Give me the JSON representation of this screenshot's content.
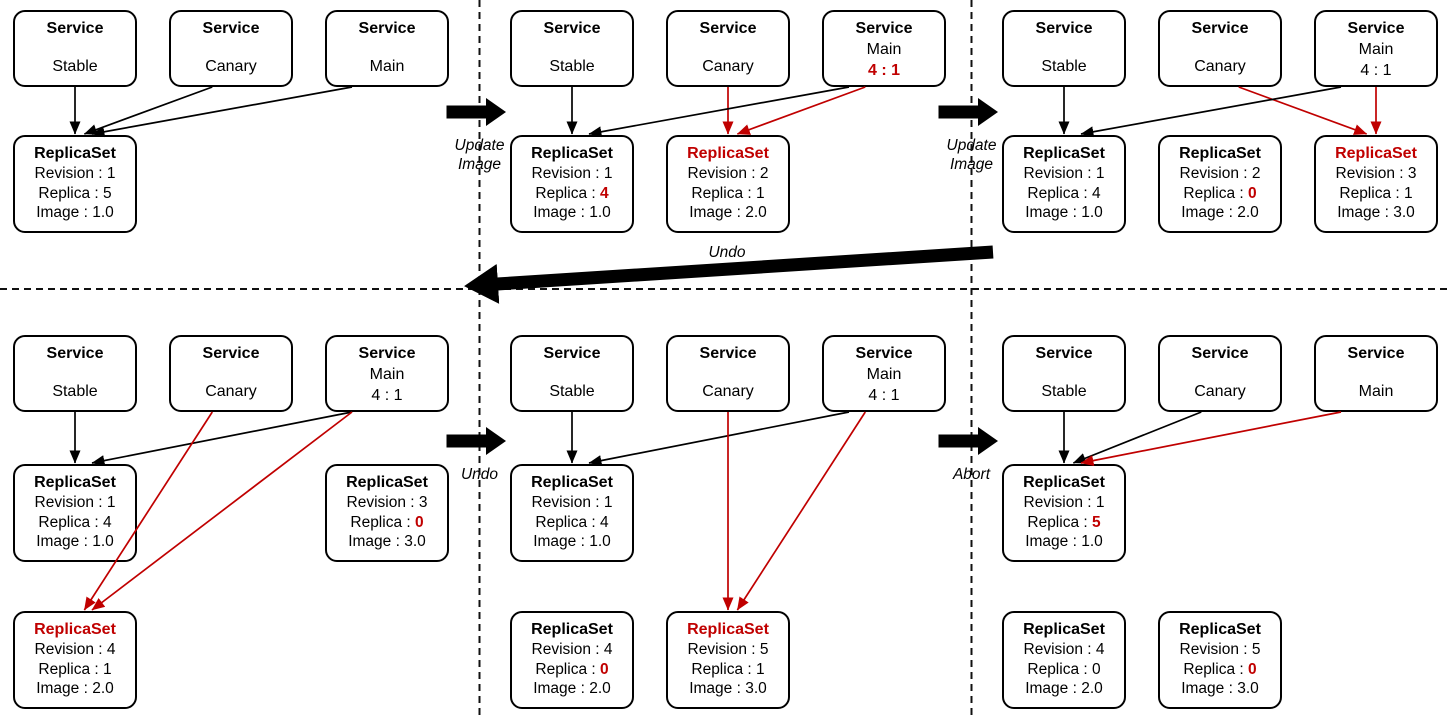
{
  "colors": {
    "red": "#c00000",
    "black": "#000000"
  },
  "big_undo_label": "Undo",
  "transitions": [
    {
      "row": 0,
      "divider": 0,
      "lines": [
        "Update",
        "Image"
      ]
    },
    {
      "row": 0,
      "divider": 1,
      "lines": [
        "Update",
        "Image"
      ]
    },
    {
      "row": 1,
      "divider": 0,
      "lines": [
        "Undo"
      ]
    },
    {
      "row": 1,
      "divider": 1,
      "lines": [
        "Abort"
      ]
    }
  ],
  "panels": [
    {
      "services": [
        {
          "title": "Service",
          "lines": [
            {
              "text": "Stable",
              "red": false
            }
          ]
        },
        {
          "title": "Service",
          "lines": [
            {
              "text": "Canary",
              "red": false
            }
          ]
        },
        {
          "title": "Service",
          "lines": [
            {
              "text": "Main",
              "red": false
            }
          ]
        }
      ],
      "replicasets": [
        {
          "row": 0,
          "col": 0,
          "title": "ReplicaSet",
          "title_red": false,
          "fields": [
            {
              "prefix": "Revision : ",
              "value": "1",
              "red": false
            },
            {
              "prefix": "Replica : ",
              "value": "5",
              "red": false
            },
            {
              "prefix": "Image : ",
              "value": "1.0",
              "red": false
            }
          ]
        }
      ],
      "arrows": [
        {
          "from": 0,
          "to": 0,
          "color": "black"
        },
        {
          "from": 1,
          "to": 0,
          "color": "black"
        },
        {
          "from": 2,
          "to": 0,
          "color": "black"
        }
      ]
    },
    {
      "services": [
        {
          "title": "Service",
          "lines": [
            {
              "text": "Stable",
              "red": false
            }
          ]
        },
        {
          "title": "Service",
          "lines": [
            {
              "text": "Canary",
              "red": false
            }
          ]
        },
        {
          "title": "Service",
          "lines": [
            {
              "text": "Main",
              "red": false
            },
            {
              "text": "4 : 1",
              "red": true
            }
          ]
        }
      ],
      "replicasets": [
        {
          "row": 0,
          "col": 0,
          "title": "ReplicaSet",
          "title_red": false,
          "fields": [
            {
              "prefix": "Revision : ",
              "value": "1",
              "red": false
            },
            {
              "prefix": "Replica : ",
              "value": "4",
              "red": true
            },
            {
              "prefix": "Image : ",
              "value": "1.0",
              "red": false
            }
          ]
        },
        {
          "row": 0,
          "col": 1,
          "title": "ReplicaSet",
          "title_red": true,
          "fields": [
            {
              "prefix": "Revision : ",
              "value": "2",
              "red": false
            },
            {
              "prefix": "Replica : ",
              "value": "1",
              "red": false
            },
            {
              "prefix": "Image : ",
              "value": "2.0",
              "red": false
            }
          ]
        }
      ],
      "arrows": [
        {
          "from": 0,
          "to": 0,
          "color": "black"
        },
        {
          "from": 1,
          "to": 1,
          "color": "red"
        },
        {
          "from": 2,
          "to": 0,
          "color": "black"
        },
        {
          "from": 2,
          "to": 1,
          "color": "red"
        }
      ]
    },
    {
      "services": [
        {
          "title": "Service",
          "lines": [
            {
              "text": "Stable",
              "red": false
            }
          ]
        },
        {
          "title": "Service",
          "lines": [
            {
              "text": "Canary",
              "red": false
            }
          ]
        },
        {
          "title": "Service",
          "lines": [
            {
              "text": "Main",
              "red": false
            },
            {
              "text": "4 : 1",
              "red": false
            }
          ]
        }
      ],
      "replicasets": [
        {
          "row": 0,
          "col": 0,
          "title": "ReplicaSet",
          "title_red": false,
          "fields": [
            {
              "prefix": "Revision : ",
              "value": "1",
              "red": false
            },
            {
              "prefix": "Replica : ",
              "value": "4",
              "red": false
            },
            {
              "prefix": "Image : ",
              "value": "1.0",
              "red": false
            }
          ]
        },
        {
          "row": 0,
          "col": 1,
          "title": "ReplicaSet",
          "title_red": false,
          "fields": [
            {
              "prefix": "Revision : ",
              "value": "2",
              "red": false
            },
            {
              "prefix": "Replica : ",
              "value": "0",
              "red": true
            },
            {
              "prefix": "Image : ",
              "value": "2.0",
              "red": false
            }
          ]
        },
        {
          "row": 0,
          "col": 2,
          "title": "ReplicaSet",
          "title_red": true,
          "fields": [
            {
              "prefix": "Revision : ",
              "value": "3",
              "red": false
            },
            {
              "prefix": "Replica : ",
              "value": "1",
              "red": false
            },
            {
              "prefix": "Image : ",
              "value": "3.0",
              "red": false
            }
          ]
        }
      ],
      "arrows": [
        {
          "from": 0,
          "to": 0,
          "color": "black"
        },
        {
          "from": 1,
          "to": 2,
          "color": "red"
        },
        {
          "from": 2,
          "to": 0,
          "color": "black"
        },
        {
          "from": 2,
          "to": 2,
          "color": "red"
        }
      ]
    },
    {
      "services": [
        {
          "title": "Service",
          "lines": [
            {
              "text": "Stable",
              "red": false
            }
          ]
        },
        {
          "title": "Service",
          "lines": [
            {
              "text": "Canary",
              "red": false
            }
          ]
        },
        {
          "title": "Service",
          "lines": [
            {
              "text": "Main",
              "red": false
            },
            {
              "text": "4 : 1",
              "red": false
            }
          ]
        }
      ],
      "replicasets": [
        {
          "row": 0,
          "col": 0,
          "title": "ReplicaSet",
          "title_red": false,
          "fields": [
            {
              "prefix": "Revision : ",
              "value": "1",
              "red": false
            },
            {
              "prefix": "Replica : ",
              "value": "4",
              "red": false
            },
            {
              "prefix": "Image : ",
              "value": "1.0",
              "red": false
            }
          ]
        },
        {
          "row": 0,
          "col": 2,
          "title": "ReplicaSet",
          "title_red": false,
          "fields": [
            {
              "prefix": "Revision : ",
              "value": "3",
              "red": false
            },
            {
              "prefix": "Replica : ",
              "value": "0",
              "red": true
            },
            {
              "prefix": "Image : ",
              "value": "3.0",
              "red": false
            }
          ]
        },
        {
          "row": 1,
          "col": 0,
          "title": "ReplicaSet",
          "title_red": true,
          "fields": [
            {
              "prefix": "Revision : ",
              "value": "4",
              "red": false
            },
            {
              "prefix": "Replica : ",
              "value": "1",
              "red": false
            },
            {
              "prefix": "Image : ",
              "value": "2.0",
              "red": false
            }
          ]
        }
      ],
      "arrows": [
        {
          "from": 0,
          "to": 0,
          "color": "black"
        },
        {
          "from": 2,
          "to": 0,
          "color": "black"
        },
        {
          "from": 1,
          "to": 2,
          "color": "red"
        },
        {
          "from": 2,
          "to": 2,
          "color": "red"
        }
      ]
    },
    {
      "services": [
        {
          "title": "Service",
          "lines": [
            {
              "text": "Stable",
              "red": false
            }
          ]
        },
        {
          "title": "Service",
          "lines": [
            {
              "text": "Canary",
              "red": false
            }
          ]
        },
        {
          "title": "Service",
          "lines": [
            {
              "text": "Main",
              "red": false
            },
            {
              "text": "4 : 1",
              "red": false
            }
          ]
        }
      ],
      "replicasets": [
        {
          "row": 0,
          "col": 0,
          "title": "ReplicaSet",
          "title_red": false,
          "fields": [
            {
              "prefix": "Revision : ",
              "value": "1",
              "red": false
            },
            {
              "prefix": "Replica : ",
              "value": "4",
              "red": false
            },
            {
              "prefix": "Image : ",
              "value": "1.0",
              "red": false
            }
          ]
        },
        {
          "row": 1,
          "col": 0,
          "title": "ReplicaSet",
          "title_red": false,
          "fields": [
            {
              "prefix": "Revision : ",
              "value": "4",
              "red": false
            },
            {
              "prefix": "Replica : ",
              "value": "0",
              "red": true
            },
            {
              "prefix": "Image : ",
              "value": "2.0",
              "red": false
            }
          ]
        },
        {
          "row": 1,
          "col": 1,
          "title": "ReplicaSet",
          "title_red": true,
          "fields": [
            {
              "prefix": "Revision : ",
              "value": "5",
              "red": false
            },
            {
              "prefix": "Replica : ",
              "value": "1",
              "red": false
            },
            {
              "prefix": "Image : ",
              "value": "3.0",
              "red": false
            }
          ]
        }
      ],
      "arrows": [
        {
          "from": 0,
          "to": 0,
          "color": "black"
        },
        {
          "from": 2,
          "to": 0,
          "color": "black"
        },
        {
          "from": 1,
          "to": 2,
          "color": "red"
        },
        {
          "from": 2,
          "to": 2,
          "color": "red"
        }
      ]
    },
    {
      "services": [
        {
          "title": "Service",
          "lines": [
            {
              "text": "Stable",
              "red": false
            }
          ]
        },
        {
          "title": "Service",
          "lines": [
            {
              "text": "Canary",
              "red": false
            }
          ]
        },
        {
          "title": "Service",
          "lines": [
            {
              "text": "Main",
              "red": false
            }
          ]
        }
      ],
      "replicasets": [
        {
          "row": 0,
          "col": 0,
          "title": "ReplicaSet",
          "title_red": false,
          "fields": [
            {
              "prefix": "Revision : ",
              "value": "1",
              "red": false
            },
            {
              "prefix": "Replica : ",
              "value": "5",
              "red": true
            },
            {
              "prefix": "Image : ",
              "value": "1.0",
              "red": false
            }
          ]
        },
        {
          "row": 1,
          "col": 0,
          "title": "ReplicaSet",
          "title_red": false,
          "fields": [
            {
              "prefix": "Revision : ",
              "value": "4",
              "red": false
            },
            {
              "prefix": "Replica : ",
              "value": "0",
              "red": false
            },
            {
              "prefix": "Image : ",
              "value": "2.0",
              "red": false
            }
          ]
        },
        {
          "row": 1,
          "col": 1,
          "title": "ReplicaSet",
          "title_red": false,
          "fields": [
            {
              "prefix": "Revision : ",
              "value": "5",
              "red": false
            },
            {
              "prefix": "Replica : ",
              "value": "0",
              "red": true
            },
            {
              "prefix": "Image : ",
              "value": "3.0",
              "red": false
            }
          ]
        }
      ],
      "arrows": [
        {
          "from": 0,
          "to": 0,
          "color": "black"
        },
        {
          "from": 1,
          "to": 0,
          "color": "black"
        },
        {
          "from": 2,
          "to": 0,
          "color": "red"
        }
      ]
    }
  ]
}
